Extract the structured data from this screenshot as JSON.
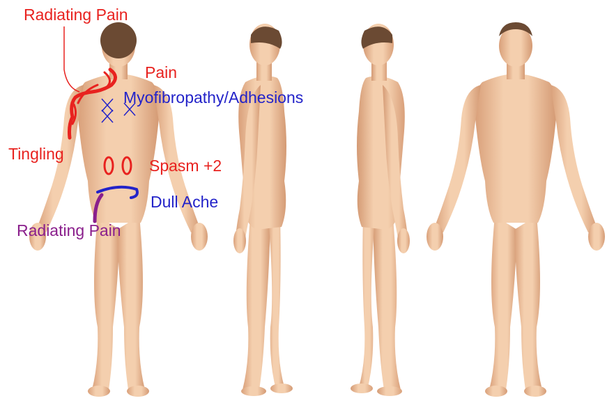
{
  "colors": {
    "skin": "#f2c9a8",
    "skin_shadow": "#d9a07a",
    "hair": "#6b4a33",
    "pain_red": "#e8221f",
    "ache_blue": "#2323c9",
    "radiating_purple": "#8a1f8c"
  },
  "views": [
    "back",
    "left-side",
    "right-side",
    "front"
  ],
  "annotations": {
    "radiating_pain_top": "Radiating Pain",
    "pain": "Pain",
    "myofibropathy": "Myofibropathy/Adhesions",
    "tingling": "Tingling",
    "spasm": "Spasm +2",
    "dull_ache": "Dull Ache",
    "radiating_pain_low": "Radiating Pain"
  }
}
